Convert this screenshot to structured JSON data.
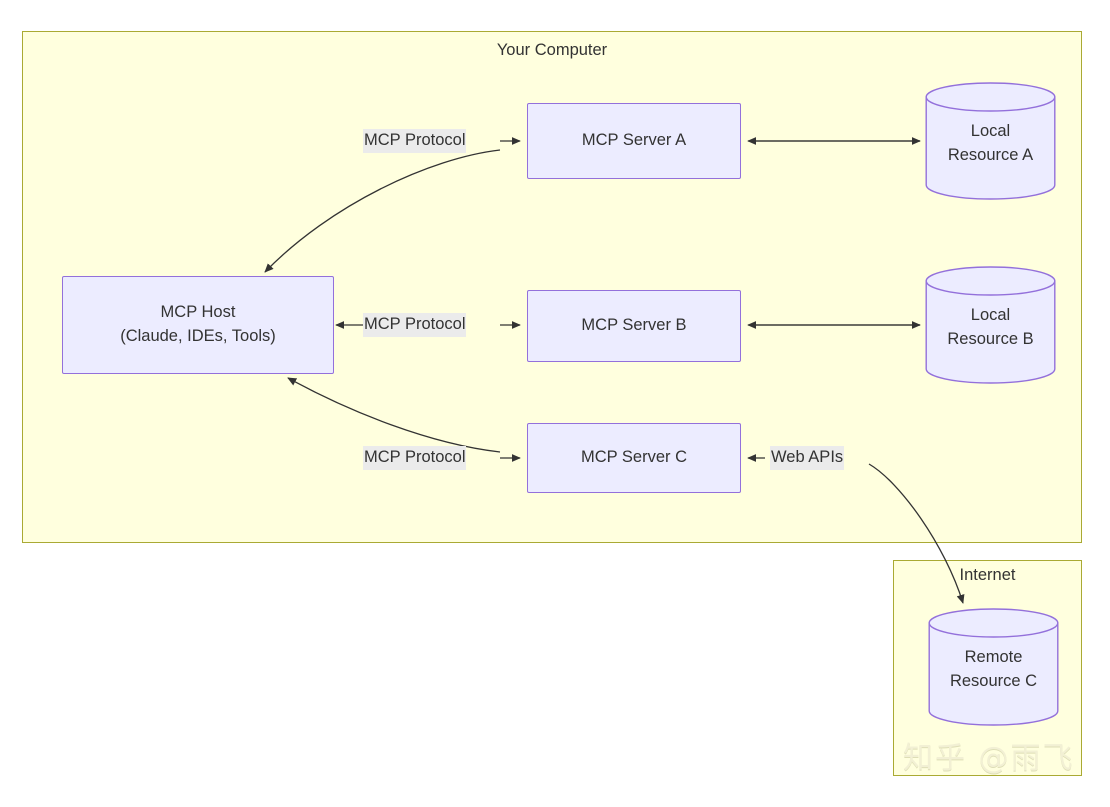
{
  "diagram": {
    "type": "flowchart",
    "subgraphs": [
      {
        "id": "your-computer",
        "title": "Your Computer"
      },
      {
        "id": "internet",
        "title": "Internet"
      }
    ],
    "nodes": {
      "host": {
        "line1": "MCP Host",
        "line2": "(Claude, IDEs, Tools)"
      },
      "server_a": {
        "label": "MCP Server A"
      },
      "server_b": {
        "label": "MCP Server B"
      },
      "server_c": {
        "label": "MCP Server C"
      },
      "resource_a": {
        "line1": "Local",
        "line2": "Resource A"
      },
      "resource_b": {
        "line1": "Local",
        "line2": "Resource B"
      },
      "resource_c": {
        "line1": "Remote",
        "line2": "Resource C"
      }
    },
    "edge_labels": {
      "protocol_a": "MCP Protocol",
      "protocol_b": "MCP Protocol",
      "protocol_c": "MCP Protocol",
      "web_apis": "Web APIs"
    },
    "watermark": "知乎 @雨飞",
    "colors": {
      "subgraph_fill": "#ffffde",
      "subgraph_stroke": "#aaaa33",
      "node_fill": "#ececff",
      "node_stroke": "#9370db",
      "edge_stroke": "#333333",
      "label_bg": "#ebebeb",
      "text": "#333333"
    }
  }
}
